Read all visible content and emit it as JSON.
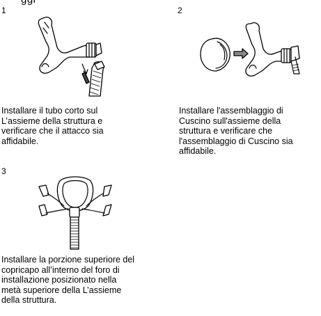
{
  "header_fragment": "ggi",
  "steps": [
    {
      "number": "1",
      "text": "Installare il tubo corto sul\nL’assieme della struttura e\nverificare che il attacco sia\naffidabile."
    },
    {
      "number": "2",
      "text": "Installare l'assemblaggio di\nCuscino sull'assieme della\nstruttura e verificare che\nl'assemblaggio di Cuscino sia\naffidabile."
    },
    {
      "number": "3",
      "text": "Installare la porzione superiore del\ncopricapo all’interno del foro di\ninstallazione posizionato nella\nmetà superiore della L’assieme\ndella struttura."
    }
  ],
  "figures": [
    {
      "icon": "frame-and-short-tube-illustration"
    },
    {
      "icon": "cushion-and-frame-illustration"
    },
    {
      "icon": "headgear-frame-illustration"
    }
  ]
}
